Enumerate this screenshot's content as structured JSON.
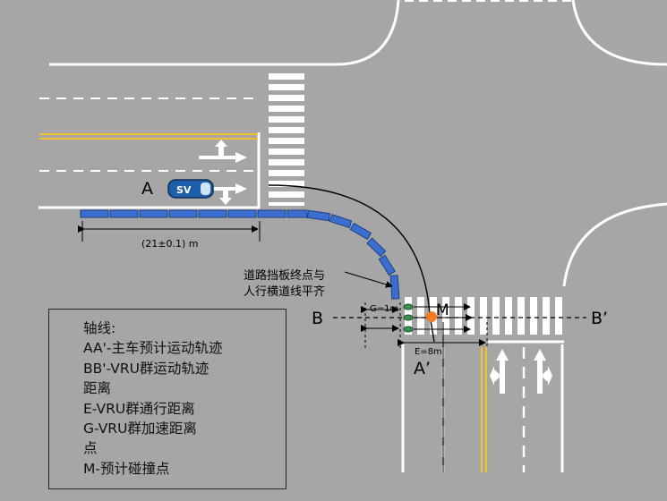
{
  "labels": {
    "point_a": "A",
    "point_a_prime": "A’",
    "point_b": "B",
    "point_b_prime": "B’",
    "point_m": "M",
    "vehicle": "SV",
    "barrier_length": "(21±0.1) m",
    "g_distance": "G=1m",
    "e_distance": "E=8m",
    "annotation_line1": "道路挡板终点与",
    "annotation_line2": "人行横道线平齐"
  },
  "legend": {
    "title": "轴线:",
    "lines": [
      "AA'-主车预计运动轨迹",
      "BB'-VRU群运动轨迹",
      "距离",
      "E-VRU群通行距离",
      "G-VRU群加速距离",
      "点",
      "M-预计碰撞点"
    ]
  },
  "colors": {
    "road": "#a6a6a6",
    "marking": "#ffffff",
    "yellow_line": "#f2c12e",
    "barrier": "#3a6fd1",
    "collision_point": "#f07b22",
    "vehicle": "#1d5fa8"
  }
}
